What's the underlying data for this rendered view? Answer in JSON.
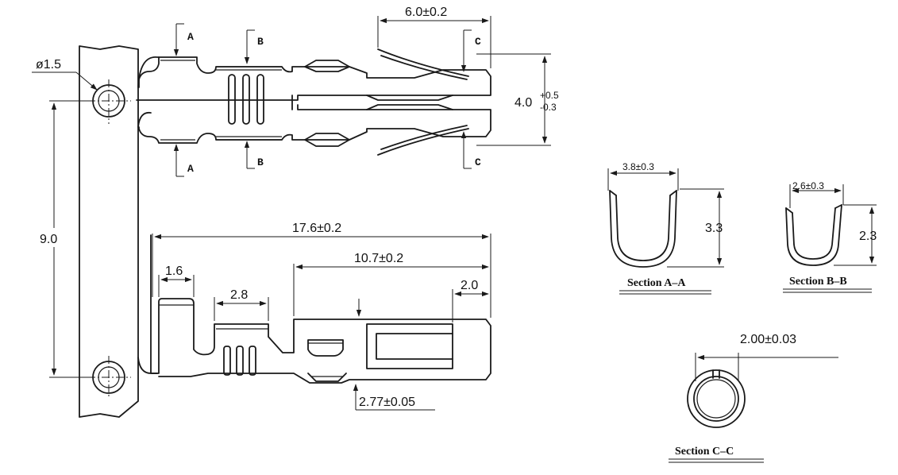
{
  "dimensions": {
    "hole_dia": "ø1.5",
    "pitch": "9.0",
    "top_length": "6.0±0.2",
    "top_width_base": "4.0",
    "top_width_plus": "+0.5",
    "top_width_minus": "-0.3",
    "overall_length": "17.6±0.2",
    "contact_length": "10.7±0.2",
    "tab_width": "1.6",
    "barrel_width": "2.8",
    "tip_length": "2.0",
    "body_height": "2.77±0.05"
  },
  "section_markers": {
    "a": "A",
    "b": "B",
    "c": "C"
  },
  "sections": {
    "aa": {
      "title": "Section A–A",
      "width": "3.8±0.3",
      "height": "3.3"
    },
    "bb": {
      "title": "Section B–B",
      "width": "2.6±0.3",
      "height": "2.3"
    },
    "cc": {
      "title": "Section C–C",
      "diameter": "2.00±0.03"
    }
  }
}
